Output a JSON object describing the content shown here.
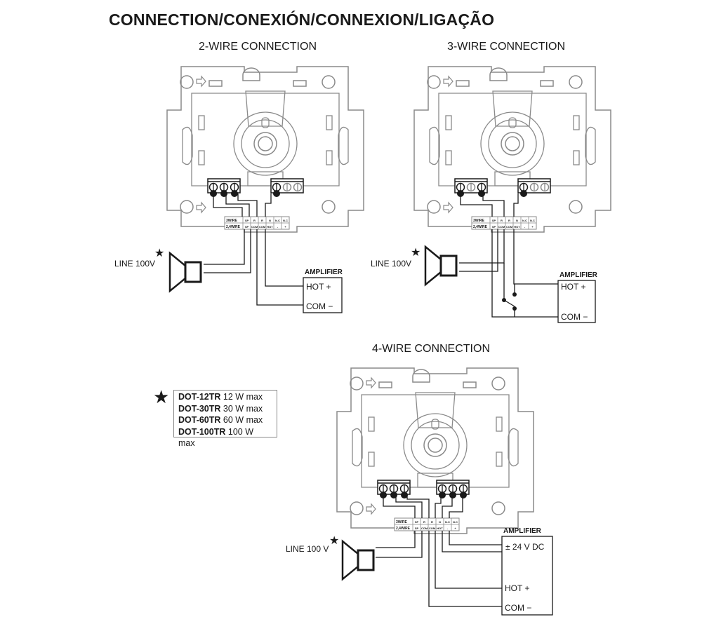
{
  "title": "CONNECTION/CONEXIÓN/CONNEXION/LIGAÇÃO",
  "diagrams": [
    {
      "id": "2-wire",
      "heading": "2-WIRE CONNECTION",
      "speaker_label": "LINE 100V",
      "amplifier": {
        "label": "AMPLIFIER",
        "terminals": [
          "HOT +",
          "COM −"
        ]
      }
    },
    {
      "id": "3-wire",
      "heading": "3-WIRE CONNECTION",
      "speaker_label": "LINE 100V",
      "amplifier": {
        "label": "AMPLIFIER",
        "terminals": [
          "HOT +",
          "COM −"
        ]
      }
    },
    {
      "id": "4-wire",
      "heading": "4-WIRE CONNECTION",
      "speaker_label": "LINE 100 V",
      "amplifier": {
        "label": "AMPLIFIER",
        "terminals": [
          "± 24 V DC",
          "HOT +",
          "COM −"
        ]
      }
    }
  ],
  "terminal_table": {
    "row1_label": "3WIRE",
    "row1": [
      "SP",
      "R",
      "R",
      "N",
      "N.C",
      "N.C"
    ],
    "row2_label": "2,4WIRE",
    "row2": [
      "SP",
      "COM",
      "COM",
      "HOT",
      "-",
      "+"
    ]
  },
  "legend": {
    "marker": "star",
    "items": [
      {
        "model": "DOT-12TR",
        "power": "12 W max"
      },
      {
        "model": "DOT-30TR",
        "power": "30 W max"
      },
      {
        "model": "DOT-60TR",
        "power": "60 W max"
      },
      {
        "model": "DOT-100TR",
        "power": "100 W max"
      }
    ]
  },
  "icons": {
    "star": "★",
    "hot": "+",
    "com": "−"
  }
}
